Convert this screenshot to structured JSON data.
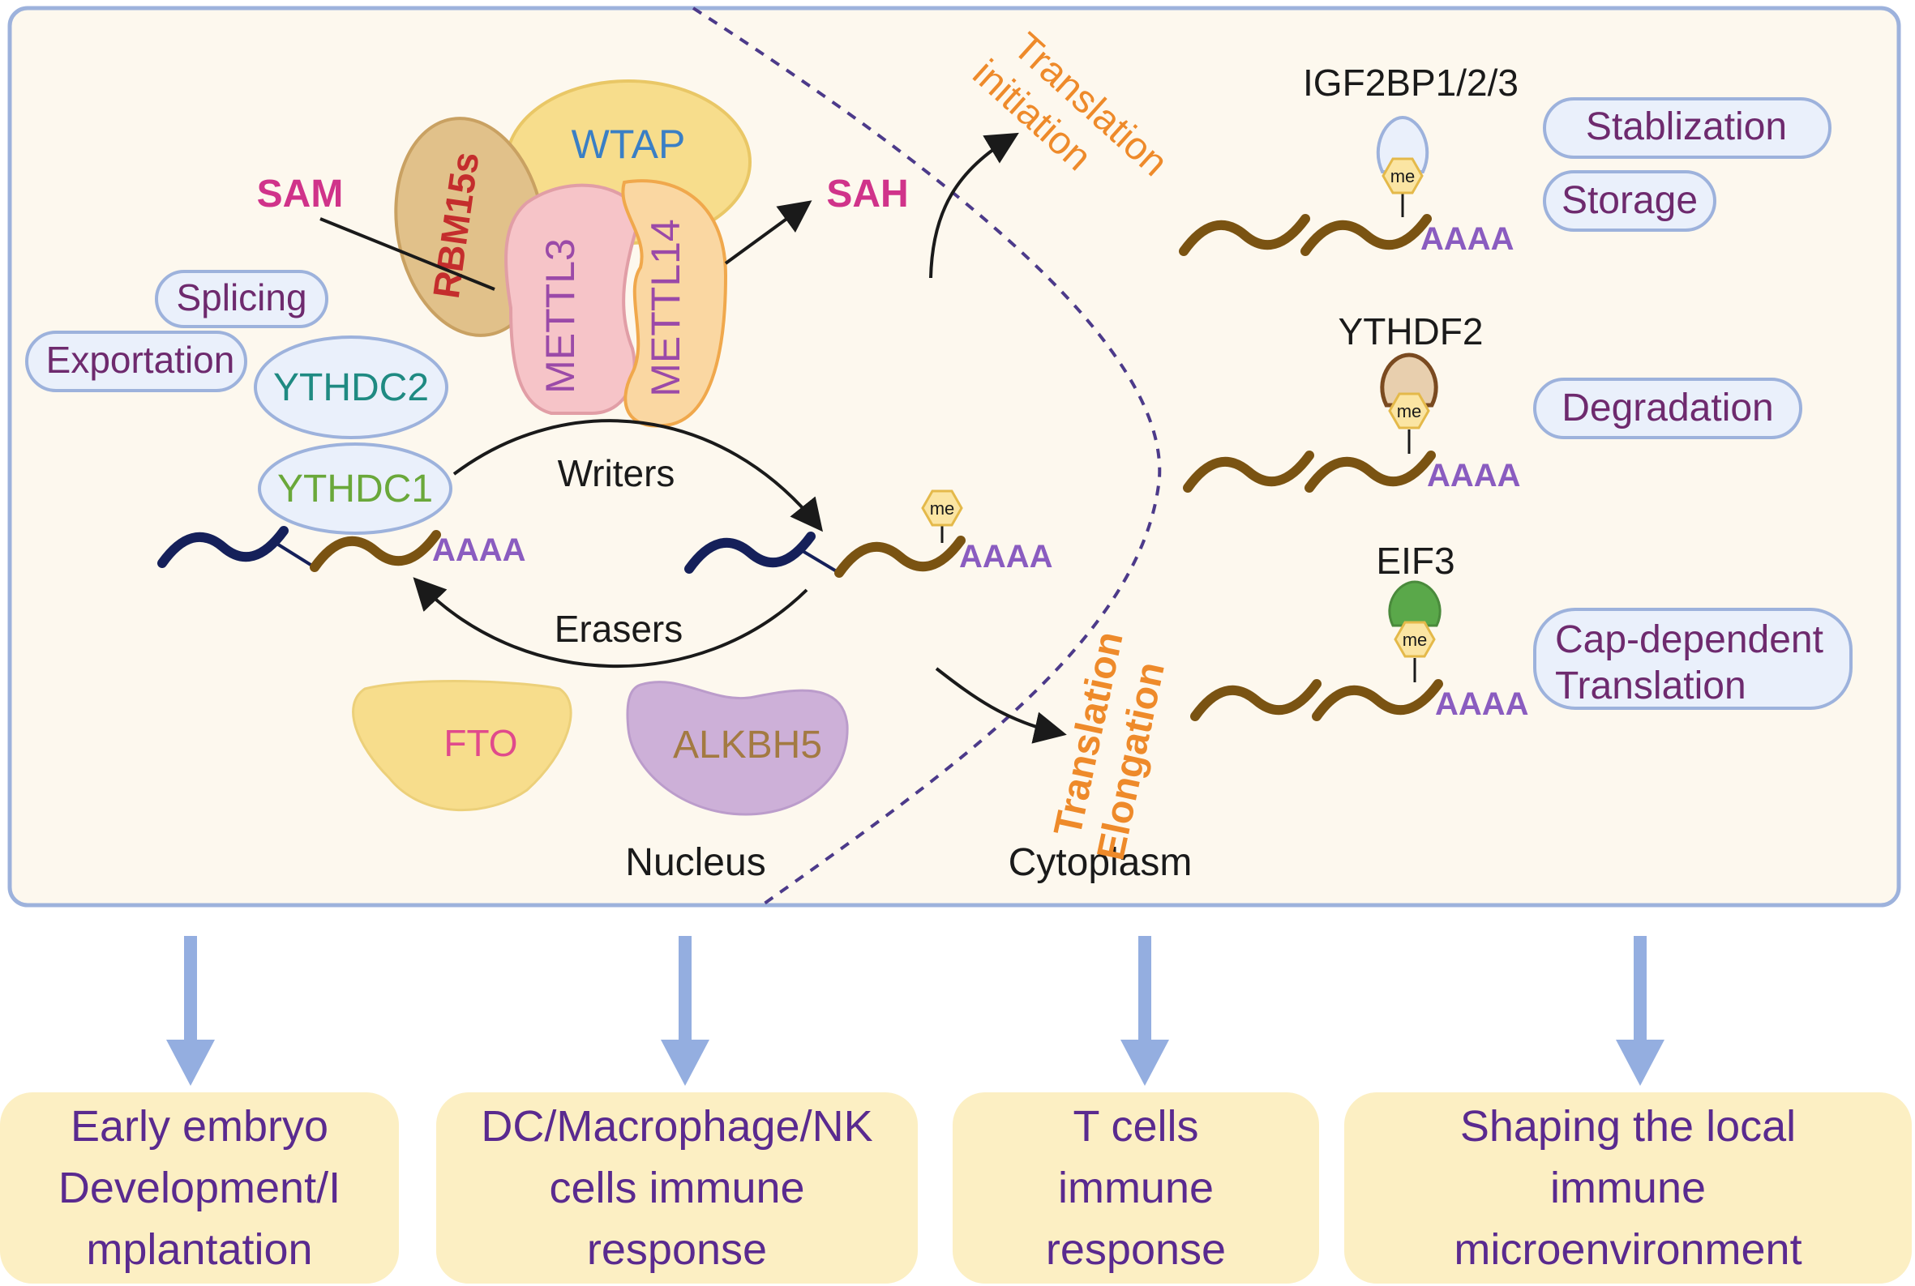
{
  "nucleus": {
    "writer_complex": {
      "rbm15": "RBM15s",
      "wtap": "WTAP",
      "mettl3": "METTL3",
      "mettl14": "METTL14"
    },
    "sam": "SAM",
    "sah": "SAH",
    "functions": {
      "splicing": "Splicing",
      "exportation": "Exportation"
    },
    "readers": {
      "ythdc2": "YTHDC2",
      "ythdc1": "YTHDC1"
    },
    "writers_label": "Writers",
    "erasers_label": "Erasers",
    "poly_a": "AAAA",
    "me_tag": "me",
    "erasers": {
      "fto": "FTO",
      "alkbh5": "ALKBH5"
    },
    "label": "Nucleus"
  },
  "cytoplasm": {
    "translation_initiation": "Translation\ninitiation",
    "translation_elongation": "Translation\nElongation",
    "label": "Cytoplasm",
    "readers": [
      {
        "name": "IGF2BP1/2/3",
        "functions": [
          "Stablization",
          "Storage"
        ]
      },
      {
        "name": "YTHDF2",
        "functions": [
          "Degradation"
        ]
      },
      {
        "name": "EIF3",
        "functions": [
          "Cap-dependent\nTranslation"
        ]
      }
    ]
  },
  "outcomes": [
    "Early embryo\nDevelopment/I\nmplantation",
    "DC/Macrophage/NK\ncells immune\nresponse",
    "T cells\nimmune\nresponse",
    "Shaping the local\nimmune\nmicroenvironment"
  ],
  "colors": {
    "panel_fill": "#fdf8ee",
    "panel_border": "#9db2dc",
    "arrow_blue": "#94aee0",
    "outcome_fill": "#fcefc3",
    "outcome_text": "#5a2a8f",
    "rna_brown": "#7a5312",
    "rna_navy": "#15205a",
    "poly_a": "#8a5cc0",
    "orange": "#ee8a2a",
    "magenta": "#d0338a"
  }
}
